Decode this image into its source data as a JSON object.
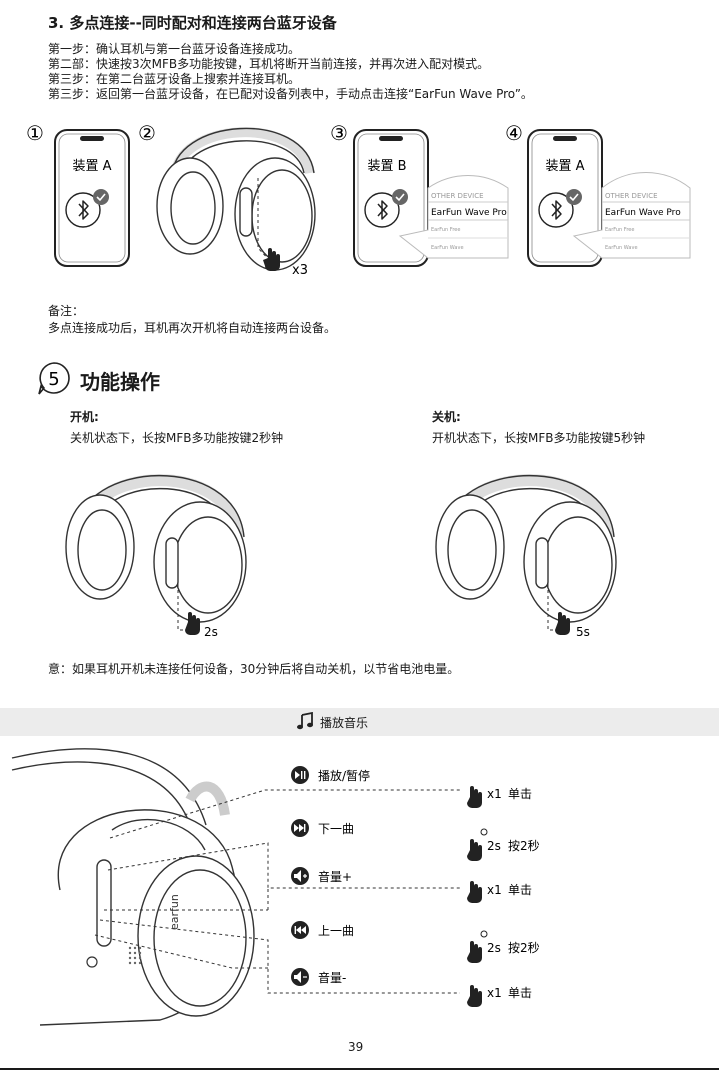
{
  "section3": {
    "title": "3. 多点连接--同时配对和连接两台蓝牙设备",
    "steps": [
      "第一步：确认耳机与第一台蓝牙设备连接成功。",
      "第二部：快速按3次MFB多功能按键，耳机将断开当前连接，并再次进入配对模式。",
      "第三步：在第二台蓝牙设备上搜索并连接耳机。",
      "第三步：返回第一台蓝牙设备，在已配对设备列表中，手动点击连接“EarFun Wave Pro”。"
    ],
    "figures": {
      "num1": "①",
      "num2": "②",
      "num3": "③",
      "num4": "④",
      "device_a": "装置 A",
      "device_b": "装置 B",
      "press_count": "x3",
      "popup_header": "OTHER DEVICE",
      "popup_device": "EarFun Wave Pro",
      "popup_item2": "EarFun Free",
      "popup_item3": "EarFun Wave"
    },
    "note_label": "备注：",
    "note_text": "多点连接成功后，耳机再次开机将自动连接两台设备。"
  },
  "section5": {
    "number": "5",
    "title": "功能操作",
    "power_on": {
      "label": "开机:",
      "text": "关机状态下，长按MFB多功能按键2秒钟",
      "hold": "2s"
    },
    "power_off": {
      "label": "关机:",
      "text": "开机状态下，长按MFB多功能按键5秒钟",
      "hold": "5s"
    },
    "warning": "意：如果耳机开机未连接任何设备，30分钟后将自动关机，以节省电池电量。"
  },
  "music": {
    "title": "播放音乐",
    "functions": [
      {
        "name": "播放/暂停",
        "icon": "play-pause-icon"
      },
      {
        "name": "下一曲",
        "icon": "next-track-icon"
      },
      {
        "name": "音量+",
        "icon": "volume-up-icon"
      },
      {
        "name": "上一曲",
        "icon": "previous-track-icon"
      },
      {
        "name": "音量-",
        "icon": "volume-down-icon"
      }
    ],
    "actions": [
      {
        "count": "x1",
        "desc": "单击"
      },
      {
        "count": "2s",
        "desc": "按2秒"
      },
      {
        "count": "x1",
        "desc": "单击"
      },
      {
        "count": "2s",
        "desc": "按2秒"
      },
      {
        "count": "x1",
        "desc": "单击"
      }
    ],
    "brand": "earfun"
  },
  "page_number": "39"
}
